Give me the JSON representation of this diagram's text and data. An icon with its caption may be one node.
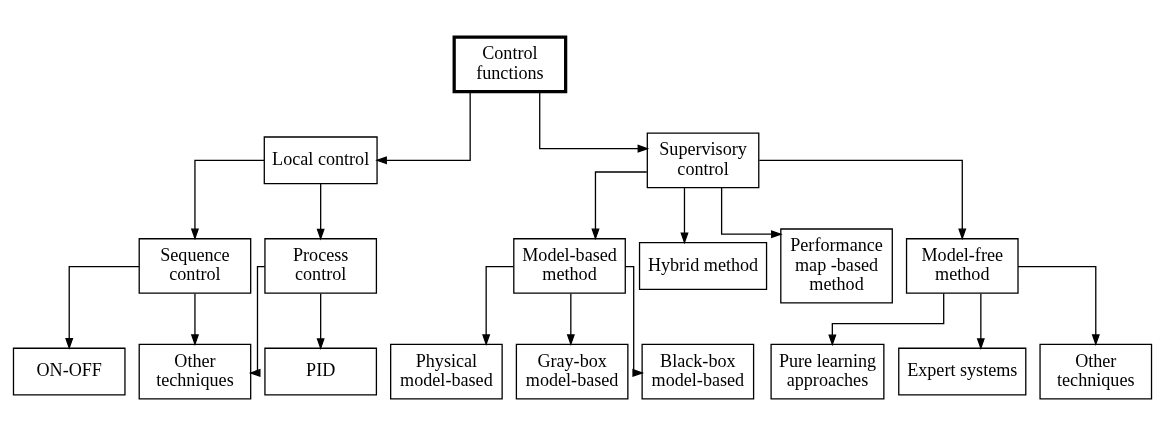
{
  "diagram": {
    "nodes": [
      {
        "text": [
          "Control functions"
        ]
      },
      {
        "text": [
          "Local control"
        ]
      },
      {
        "text": [
          "Supervisory control"
        ]
      },
      {
        "text": [
          "Sequence control"
        ]
      },
      {
        "text": [
          "Process control"
        ]
      },
      {
        "text": [
          "ON-OFF"
        ]
      },
      {
        "text": [
          "Other techniques"
        ]
      },
      {
        "text": [
          "PID"
        ]
      },
      {
        "text": [
          "Model-based method"
        ]
      },
      {
        "text": [
          "Hybrid method"
        ]
      },
      {
        "text": [
          "Performance map -based method"
        ]
      },
      {
        "text": [
          "Model-free method"
        ]
      },
      {
        "text": [
          "Physical model-based"
        ]
      },
      {
        "text": [
          "Gray-box model-based"
        ]
      },
      {
        "text": [
          "Black-box model-based"
        ]
      },
      {
        "text": [
          "Pure learning approaches"
        ]
      },
      {
        "text": [
          "Expert systems"
        ]
      },
      {
        "text": [
          "Other techniques"
        ]
      }
    ],
    "edges": [
      {
        "from": 0,
        "to": 1,
        "arrow": "to"
      },
      {
        "from": 0,
        "to": 2,
        "arrow": "to"
      },
      {
        "from": 1,
        "to": 3,
        "arrow": "to"
      },
      {
        "from": 1,
        "to": 4,
        "arrow": "to"
      },
      {
        "from": 3,
        "to": 5,
        "arrow": "to"
      },
      {
        "from": 3,
        "to": 6,
        "arrow": "to"
      },
      {
        "from": 4,
        "to": 6,
        "arrow": "to"
      },
      {
        "from": 4,
        "to": 7,
        "arrow": "to"
      },
      {
        "from": 2,
        "to": 8,
        "arrow": "to"
      },
      {
        "from": 2,
        "to": 9,
        "arrow": "to"
      },
      {
        "from": 2,
        "to": 10,
        "arrow": "to"
      },
      {
        "from": 2,
        "to": 11,
        "arrow": "to"
      },
      {
        "from": 8,
        "to": 12,
        "arrow": "to"
      },
      {
        "from": 8,
        "to": 13,
        "arrow": "to"
      },
      {
        "from": 8,
        "to": 14,
        "arrow": "to"
      },
      {
        "from": 11,
        "to": 15,
        "arrow": "to"
      },
      {
        "from": 11,
        "to": 16,
        "arrow": "to"
      },
      {
        "from": 11,
        "to": 17,
        "arrow": "to"
      }
    ]
  }
}
